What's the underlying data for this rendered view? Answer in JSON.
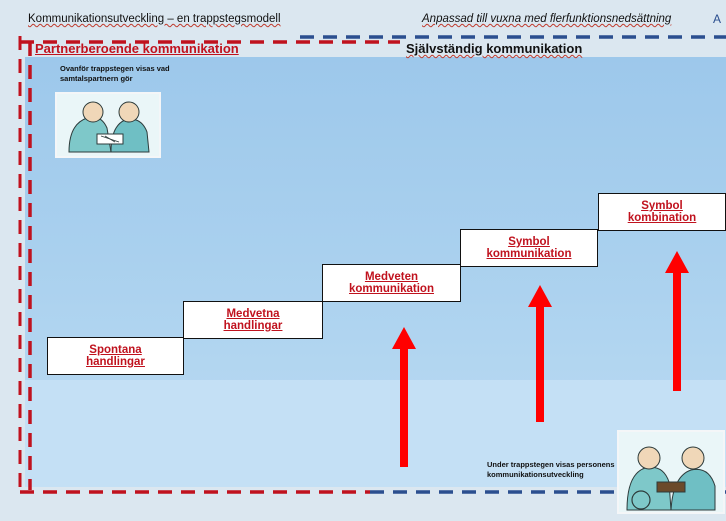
{
  "header": {
    "left_title": "Kommunikationsutveckling – en trappstegsmodell",
    "right_title": "Anpassad till vuxna med flerfunktionsnedsättning",
    "caret": "A"
  },
  "sections": {
    "partner": "Partnerberoende kommunikation",
    "independent": "Självständig kommunikation"
  },
  "notes": {
    "top": "Ovanför trappstegen visas vad samtalspartnern gör",
    "bottom": "Under trappstegen visas personens kommunikationsutveckling"
  },
  "steps": [
    {
      "line1": "Spontana",
      "line2": "handlingar"
    },
    {
      "line1": "Medvetna",
      "line2": "handlingar"
    },
    {
      "line1": "Medveten",
      "line2": "kommunikation"
    },
    {
      "line1": "Symbol",
      "line2": "kommunikation"
    },
    {
      "line1": "Symbol",
      "line2": "kombination"
    }
  ],
  "colors": {
    "partner_red": "#c0121e",
    "frame_blue": "#2b4f8f",
    "arrow_red": "#ff0000",
    "panel_blue": "#a9d0ee"
  }
}
